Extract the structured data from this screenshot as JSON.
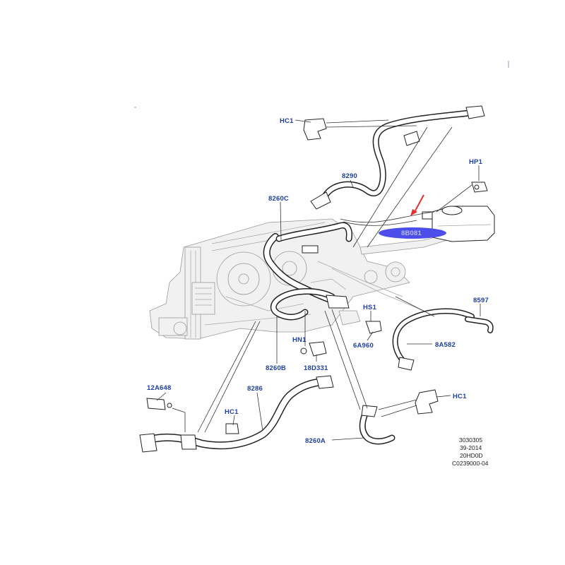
{
  "callouts": {
    "hc1_top": "HC1",
    "p8290": "8290",
    "hp1": "HP1",
    "p8260c": "8260C",
    "p8b081": "8B081",
    "p8597": "8597",
    "hs1": "HS1",
    "hn1": "HN1",
    "p6a960": "6A960",
    "p8a582": "8A582",
    "p8260b": "8260B",
    "p18d331": "18D331",
    "p12a648": "12A648",
    "p8286": "8286",
    "hc1_right": "HC1",
    "hc1_bottom": "HC1",
    "p8260a": "8260A"
  },
  "reference_block": {
    "line1": "3030305",
    "line2": "39-2014",
    "line3": "20HD0D",
    "line4": "C0239000-04"
  },
  "colors": {
    "callout_text": "#1f3fa8",
    "highlight_ellipse": "#4b4ee8",
    "pointer_arrow": "#e53030"
  }
}
